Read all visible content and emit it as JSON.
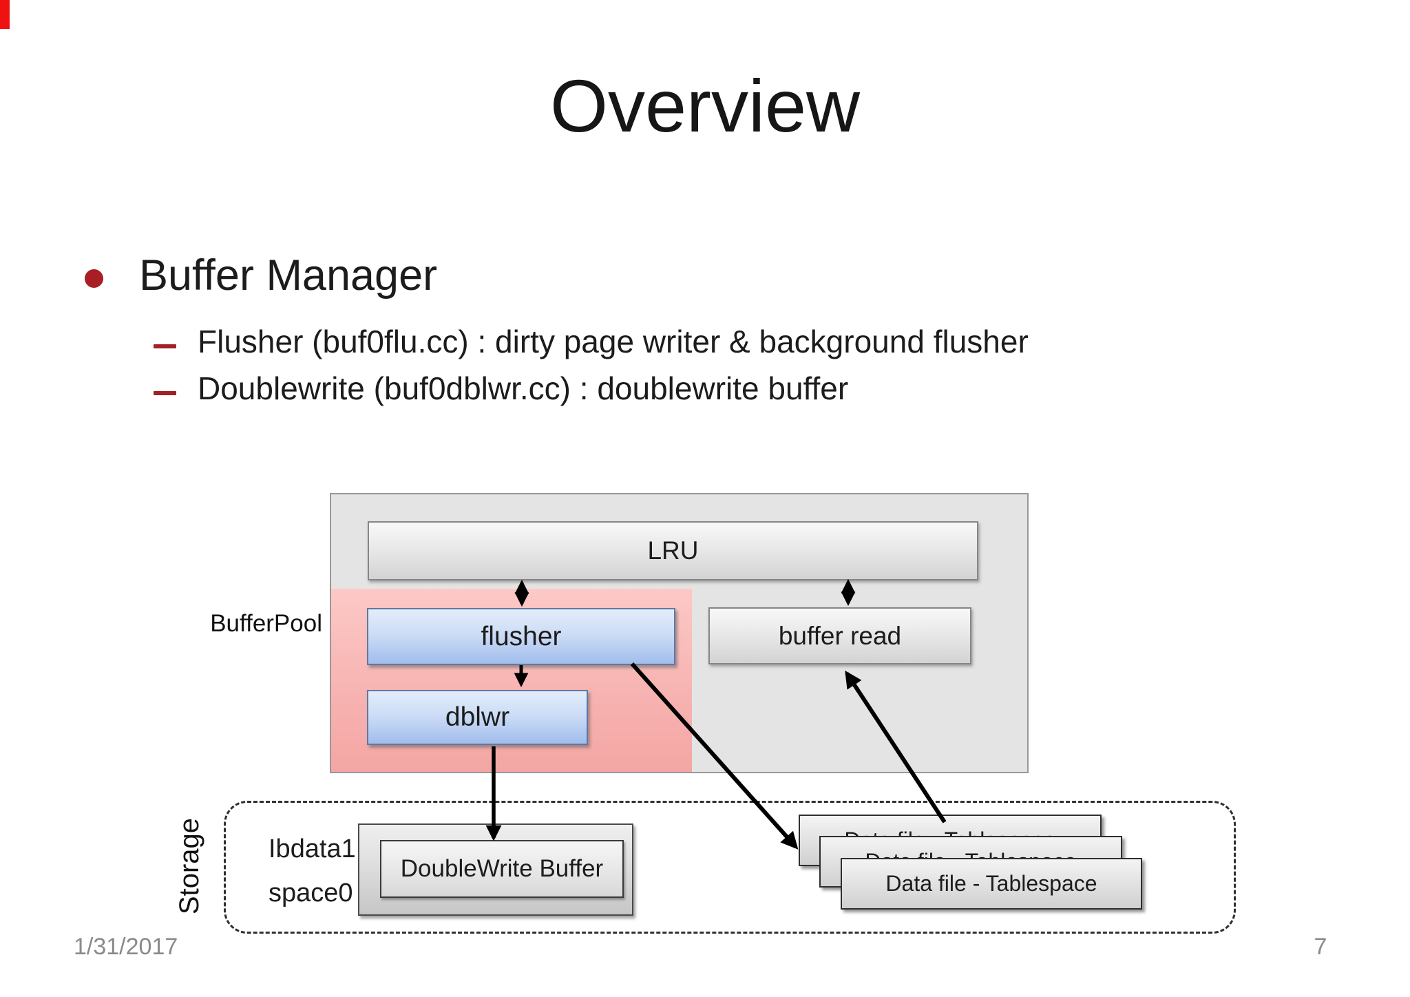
{
  "slide": {
    "title": "Overview",
    "bullet": "Buffer Manager",
    "sub_bullets": [
      "Flusher (buf0flu.cc) : dirty page writer & background flusher",
      "Doublewrite (buf0dblwr.cc) : doublewrite buffer"
    ],
    "footer_date": "1/31/2017",
    "page_number": "7"
  },
  "diagram": {
    "bufferpool_label": "BufferPool",
    "storage_label": "Storage",
    "lru": "LRU",
    "flusher": "flusher",
    "dblwr": "dblwr",
    "buffer_read": "buffer read",
    "ibdata_line1": "Ibdata1",
    "ibdata_line2": "space0",
    "doublewrite_buffer": "DoubleWrite Buffer",
    "data_file": "Data file - Tablespace",
    "colors": {
      "accent_red": "#a81e24",
      "pink_region_top": "#fcc9c6",
      "pink_region_bottom": "#f4a6a4",
      "blue_box_top": "#e3edfb",
      "blue_box_bottom": "#a1bdec",
      "blue_box_border": "#5f78a5",
      "bufferpool_fill": "#e4e4e4",
      "arrow_black": "#000000",
      "footer_gray": "#8a8a8a"
    }
  }
}
